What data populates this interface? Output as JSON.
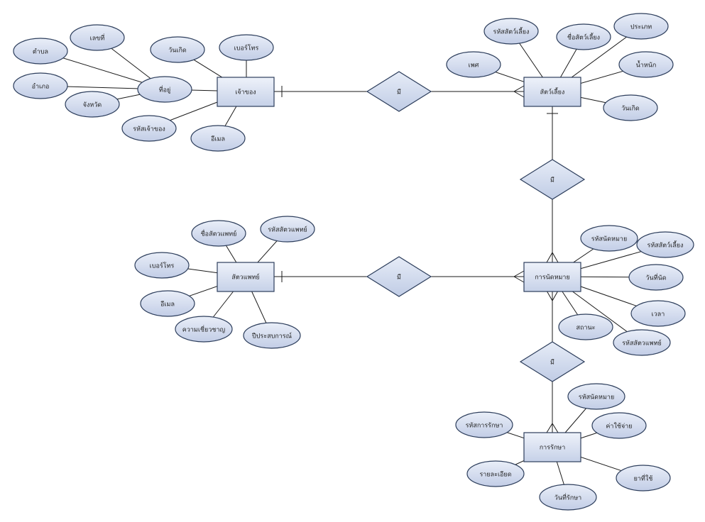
{
  "entities": {
    "owner": "เจ้าของ",
    "pet": "สัตว์เลี้ยง",
    "vet": "สัตวแพทย์",
    "appointment": "การนัดหมาย",
    "treatment": "การรักษา"
  },
  "relationships": {
    "owner_pet": "มี",
    "pet_appointment": "มี",
    "vet_appointment": "มี",
    "appointment_treatment": "มี"
  },
  "attributes": {
    "owner": {
      "tambon": "ตำบล",
      "house_no": "เลขที่",
      "amphoe": "อำเภอ",
      "province": "จังหวัด",
      "address": "ที่อยู่",
      "birthday": "วันเกิด",
      "phone": "เบอร์โทร",
      "owner_id": "รหัสเจ้าของ",
      "email": "อีเมล"
    },
    "pet": {
      "pet_id": "รหัสสัตว์เลี้ยง",
      "pet_name": "ชื่อสัตว์เลี้ยง",
      "type": "ประเภท",
      "sex": "เพศ",
      "weight": "น้ำหนัก",
      "birthday": "วันเกิด"
    },
    "vet": {
      "vet_name": "ชื่อสัตวแพทย์",
      "vet_id": "รหัสสัตวแพทย์",
      "phone": "เบอร์โทร",
      "email": "อีเมล",
      "expertise": "ความเชี่ยวชาญ",
      "experience_years": "ปีประสบการณ์"
    },
    "appointment": {
      "appt_id": "รหัสนัดหมาย",
      "pet_id": "รหัสสัตว์เลี้ยง",
      "appt_date": "วันที่นัด",
      "time": "เวลา",
      "status": "สถานะ",
      "vet_id": "รหัสสัตวแพทย์"
    },
    "treatment": {
      "appt_id": "รหัสนัดหมาย",
      "treatment_id": "รหัสการรักษา",
      "cost": "ค่าใช้จ่าย",
      "details": "รายละเอียด",
      "medicine": "ยาที่ใช้",
      "treat_date": "วันที่รักษา"
    }
  }
}
